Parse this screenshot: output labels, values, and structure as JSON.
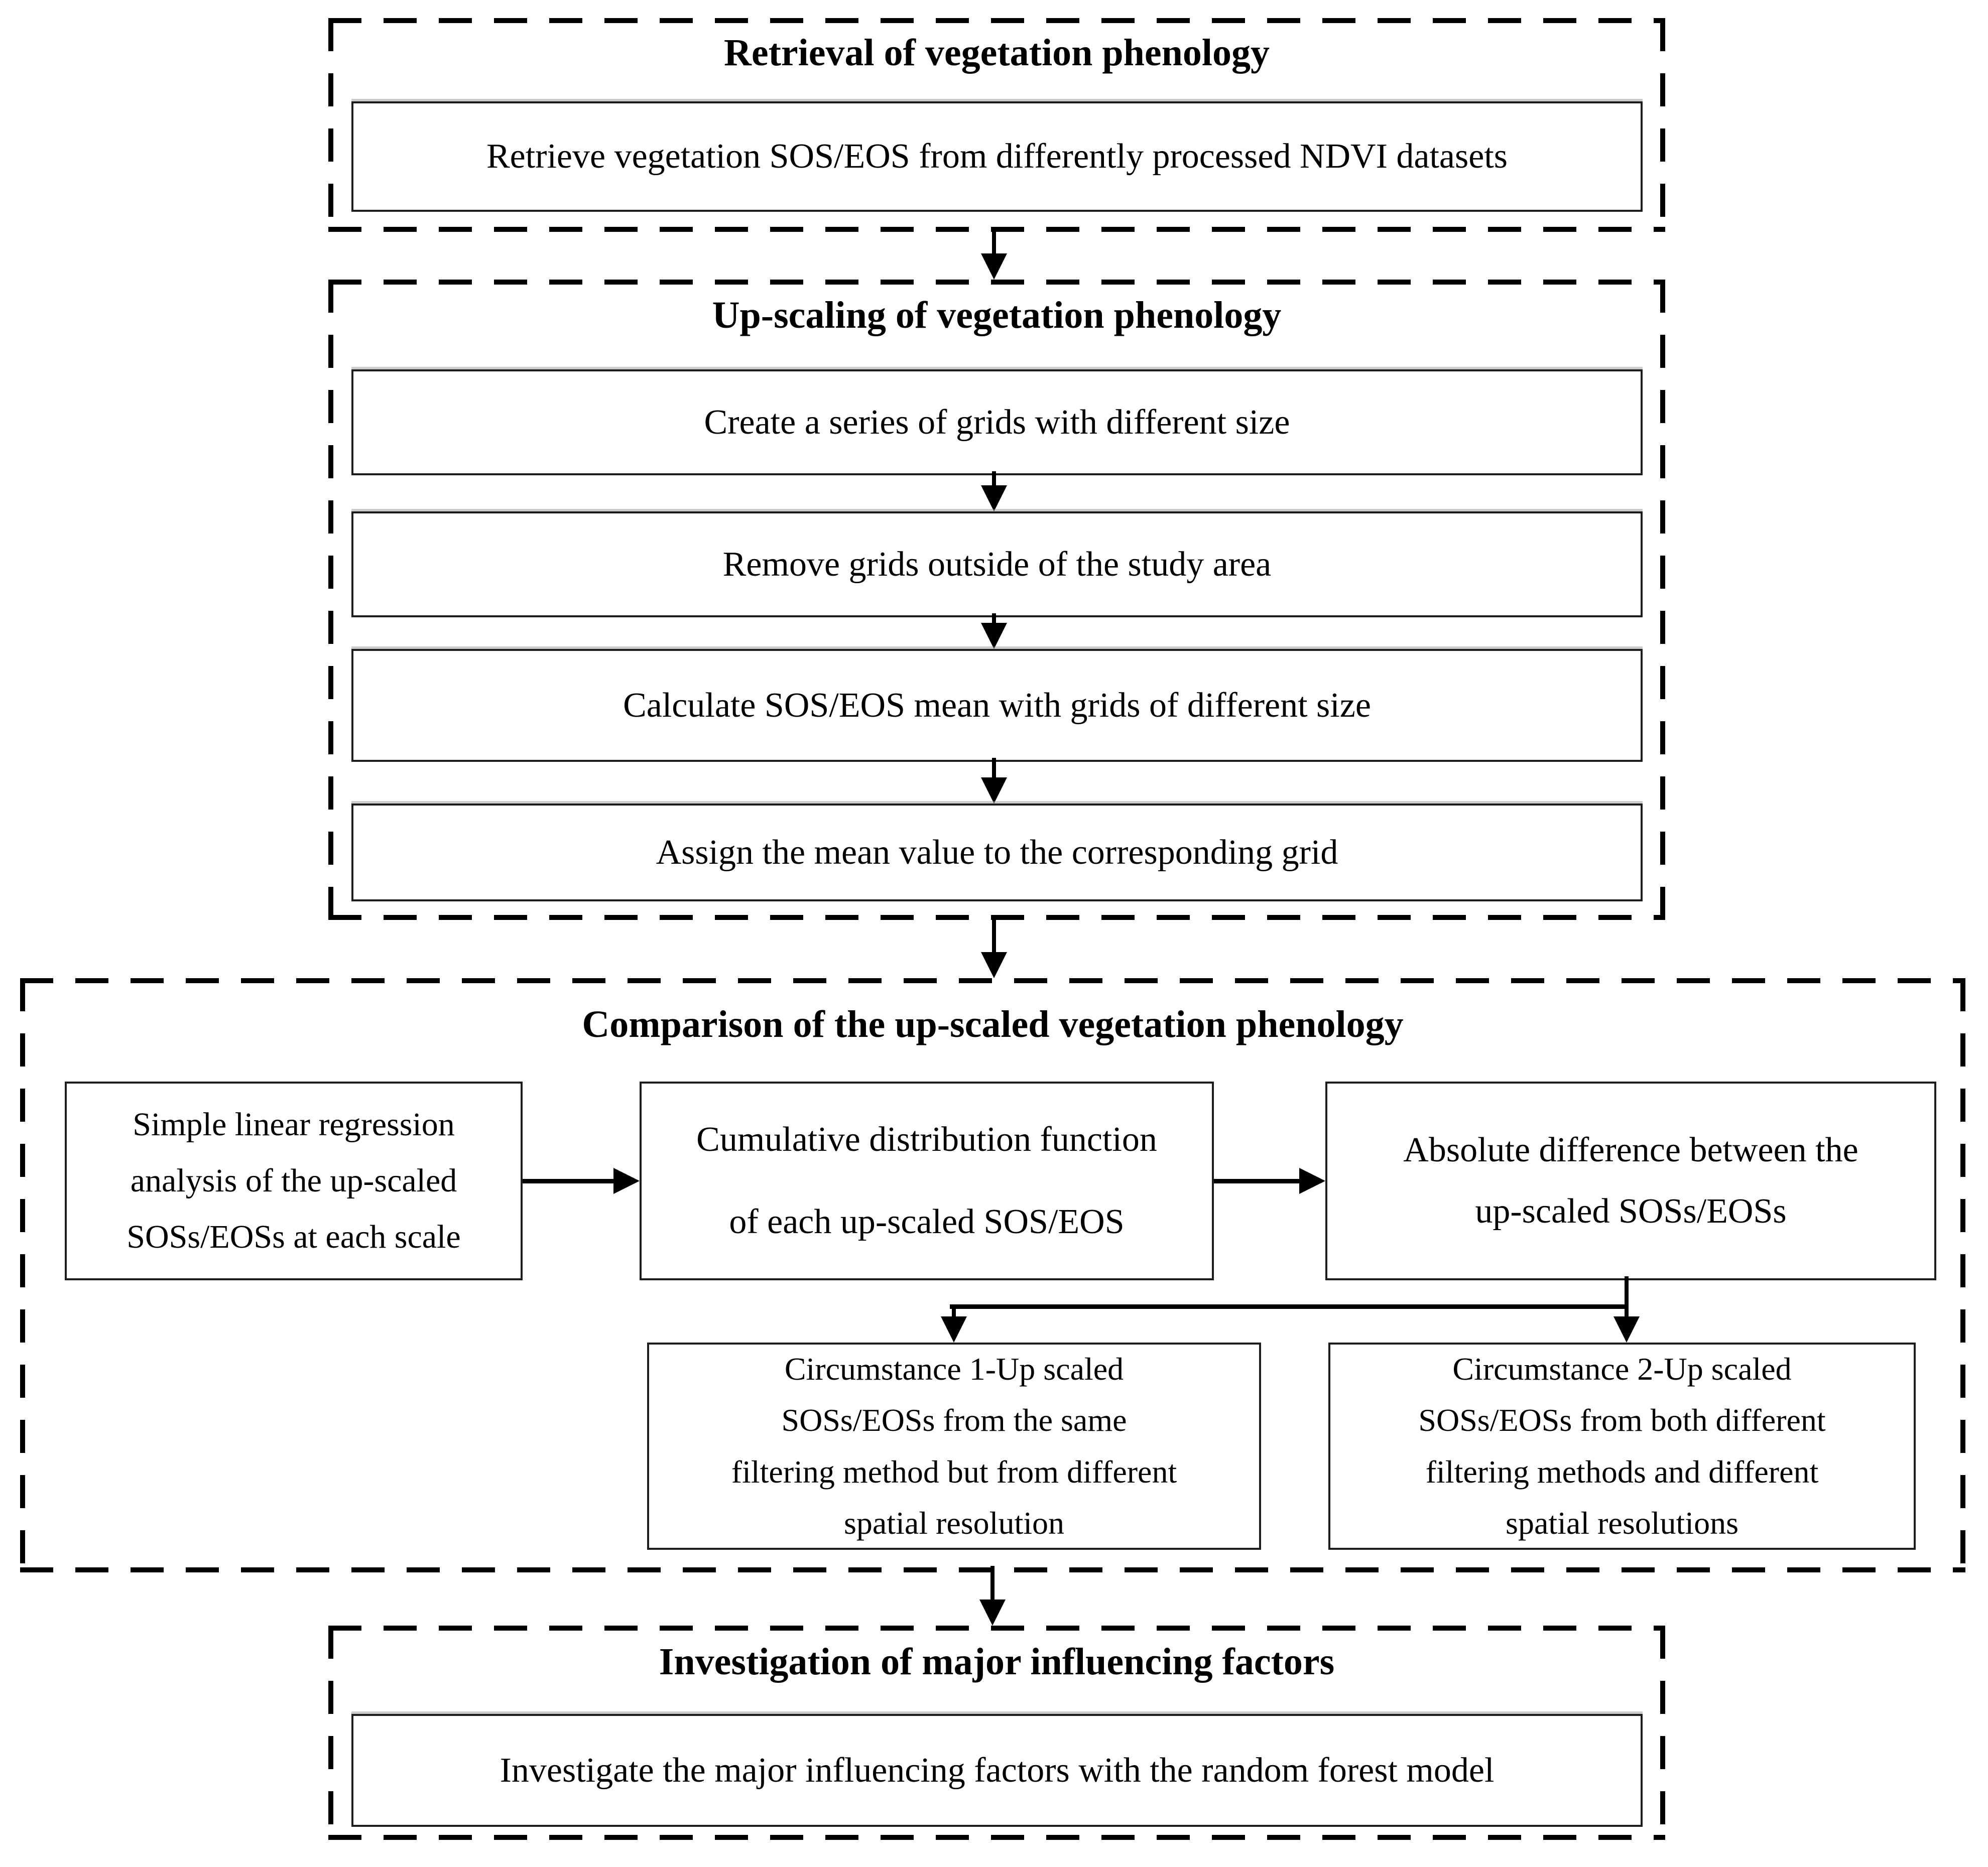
{
  "diagram": {
    "retrieval": {
      "title": "Retrieval of vegetation phenology",
      "step": "Retrieve vegetation SOS/EOS from differently processed  NDVI datasets"
    },
    "upscaling": {
      "title": "Up-scaling of vegetation phenology",
      "steps": [
        "Create a series of grids with different size",
        "Remove grids outside of the study area",
        "Calculate SOS/EOS mean with grids of different size",
        "Assign the mean value to the corresponding grid"
      ]
    },
    "comparison": {
      "title": "Comparison of the up-scaled vegetation phenology",
      "analysis_boxes": [
        {
          "lines": [
            "Simple linear regression",
            "analysis of the up-scaled",
            "SOSs/EOSs at each scale"
          ]
        },
        {
          "lines": [
            "Cumulative distribution function",
            "of each up-scaled SOS/EOS"
          ]
        },
        {
          "lines": [
            "Absolute difference between the",
            "up-scaled SOSs/EOSs"
          ]
        }
      ],
      "circumstances": [
        {
          "lines": [
            "Circumstance 1-Up scaled",
            "SOSs/EOSs from the same",
            "filtering method but from different",
            "spatial resolution"
          ]
        },
        {
          "lines": [
            "Circumstance 2-Up scaled",
            "SOSs/EOSs from both different",
            "filtering methods and different",
            "spatial resolutions"
          ]
        }
      ]
    },
    "investigation": {
      "title": "Investigation of major influencing factors",
      "step": "Investigate the major influencing factors with the random forest model"
    }
  },
  "colors": {
    "ink": "#000000",
    "background": "#ffffff",
    "box_border": "#1c1c1c"
  }
}
